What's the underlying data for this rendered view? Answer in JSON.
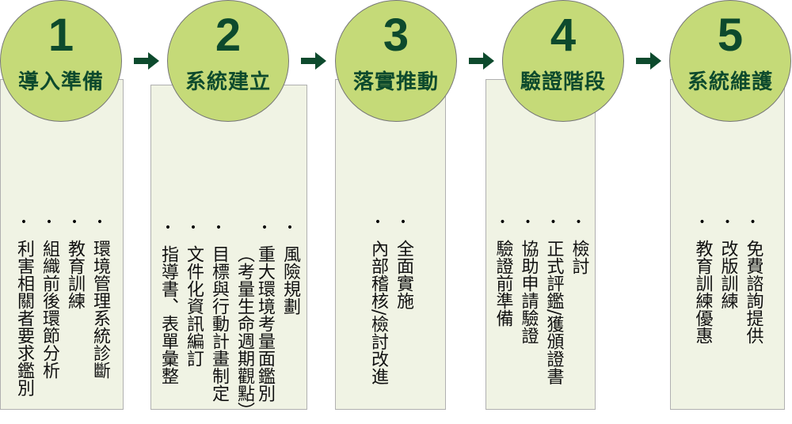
{
  "steps": [
    {
      "number": "1",
      "title": "導入準備",
      "items": [
        "環境管理系統診斷",
        "教育訓練",
        "組織前後環節分析",
        "利害相關者要求鑑別"
      ]
    },
    {
      "number": "2",
      "title": "系統建立",
      "items": [
        "風險規劃",
        "重大環境考量面鑑別（考量生命週期觀點）",
        "目標與行動計畫制定",
        "文件化資訊編訂",
        "指導書、表單彙整"
      ]
    },
    {
      "number": "3",
      "title": "落實推動",
      "items": [
        "全面實施",
        "內部稽核/檢討改進"
      ]
    },
    {
      "number": "4",
      "title": "驗證階段",
      "items": [
        "檢討",
        "正式評鑑/獲頒證書",
        "協助申請驗證",
        "驗證前準備"
      ]
    },
    {
      "number": "5",
      "title": "系統維護",
      "items": [
        "免費諮詢提供",
        "改版訓練",
        "教育訓練優惠"
      ]
    }
  ],
  "colors": {
    "circle": "#c5da78",
    "dark_green": "#0d4a2d",
    "panel": "#f0f3e4"
  }
}
